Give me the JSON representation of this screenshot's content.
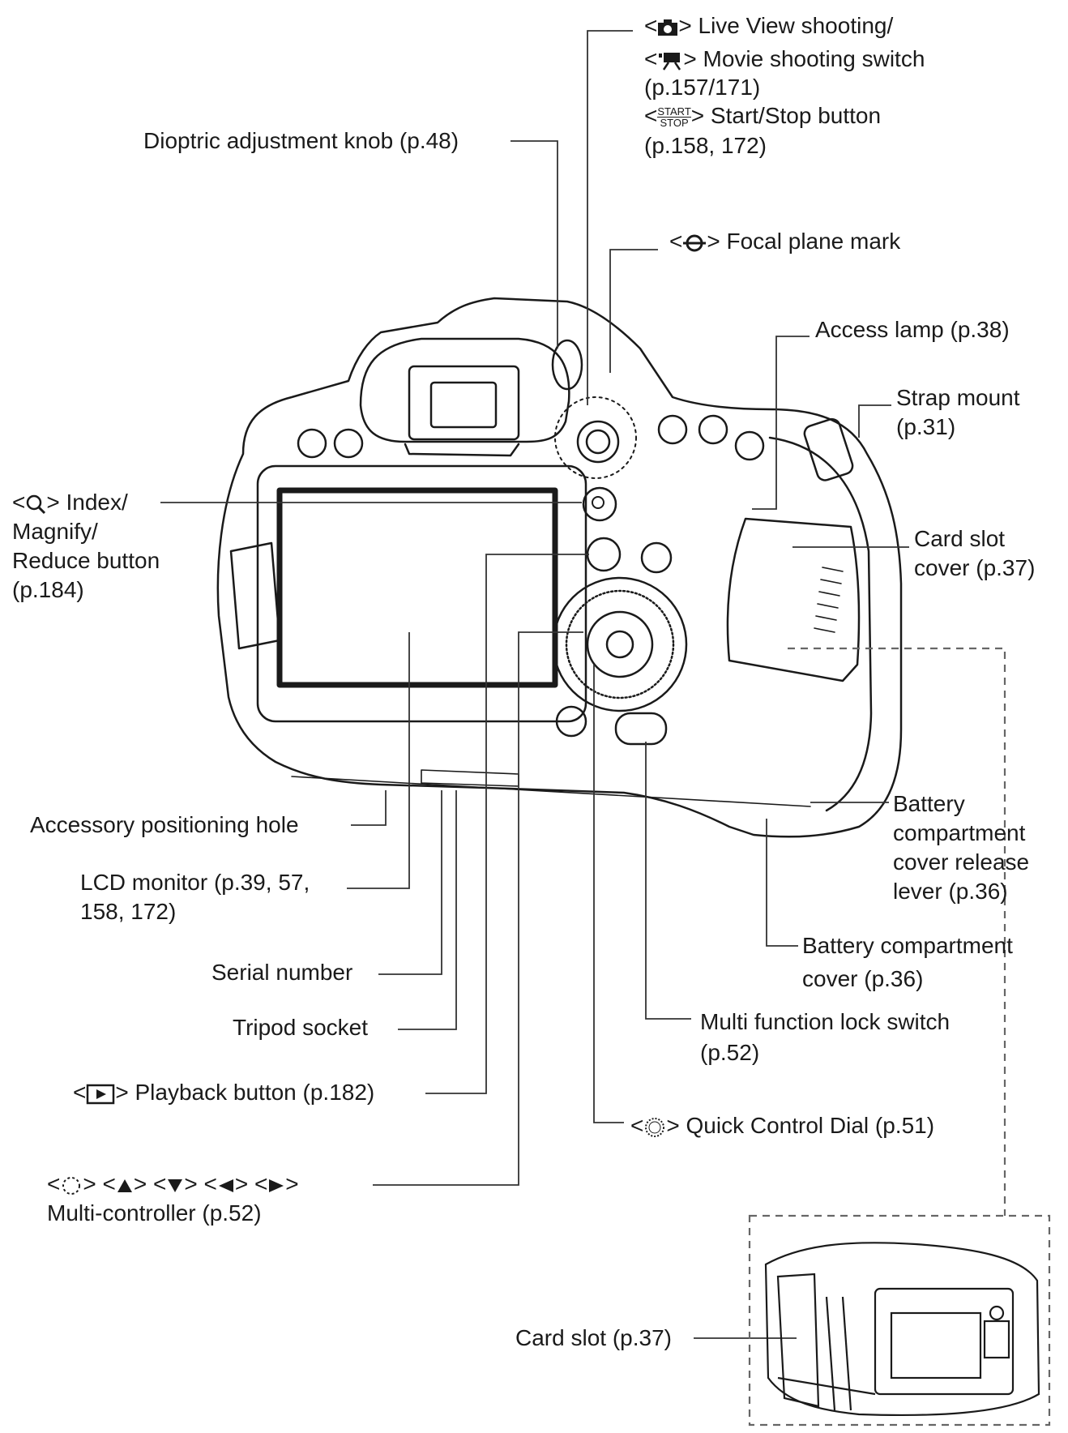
{
  "labels": {
    "live_view_1": "Live View shooting/",
    "live_view_2": "Movie shooting switch",
    "live_view_3": "(p.157/171)",
    "start_stop_icon_top": "START",
    "start_stop_icon_bottom": "STOP",
    "start_stop_1": "Start/Stop button",
    "start_stop_2": "(p.158, 172)",
    "dioptric": "Dioptric adjustment knob (p.48)",
    "focal_plane": "Focal plane mark",
    "access_lamp": "Access lamp (p.38)",
    "strap_mount_1": "Strap mount",
    "strap_mount_2": "(p.31)",
    "index_1": "Index/",
    "index_2": "Magnify/",
    "index_3": "Reduce button",
    "index_4": "(p.184)",
    "card_slot_cover_1": "Card slot",
    "card_slot_cover_2": "cover (p.37)",
    "accessory_hole": "Accessory positioning hole",
    "lcd_1": "LCD monitor (p.39, 57,",
    "lcd_2": "158, 172)",
    "battery_lever_1": "Battery",
    "battery_lever_2": "compartment",
    "battery_lever_3": "cover release",
    "battery_lever_4": "lever (p.36)",
    "battery_cover_1": "Battery compartment",
    "battery_cover_2": "cover (p.36)",
    "serial_number": "Serial number",
    "tripod_socket": "Tripod socket",
    "multi_lock_1": "Multi function lock switch",
    "multi_lock_2": "(p.52)",
    "playback": "Playback button (p.182)",
    "quick_dial": "Quick Control Dial (p.51)",
    "multi_controller": "Multi-controller (p.52)",
    "card_slot": "Card slot (p.37)"
  },
  "icons": [
    "camera-icon",
    "movie-camera-icon",
    "start-stop-icon",
    "focal-plane-icon",
    "magnify-icon",
    "playback-icon",
    "quick-control-dial-icon",
    "multi-controller-icon",
    "arrow-up-icon",
    "arrow-down-icon",
    "arrow-left-icon",
    "arrow-right-icon"
  ],
  "colors": {
    "line": "#1a1a1a",
    "leader": "#333333",
    "dashed": "#666666"
  }
}
